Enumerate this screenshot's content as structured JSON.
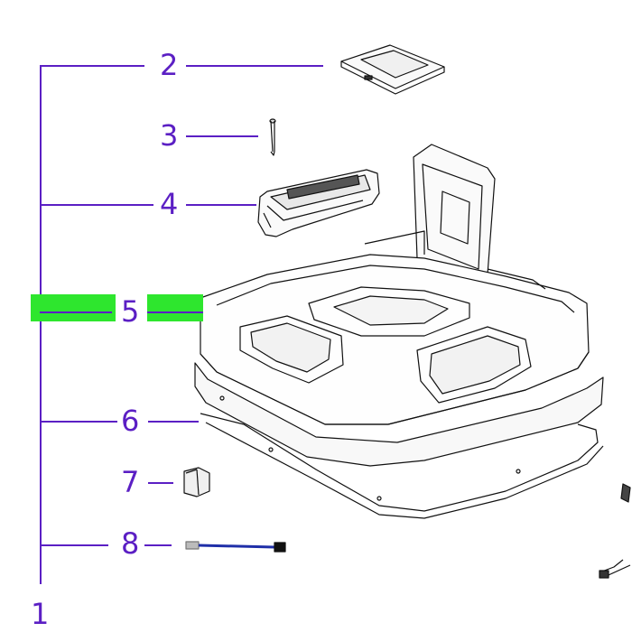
{
  "labels": {
    "main": "1",
    "p2": "2",
    "p3": "3",
    "p4": "4",
    "p5": "5",
    "p6": "6",
    "p7": "7",
    "p8": "8"
  },
  "colors": {
    "callout": "#5b1fc4",
    "highlight": "#2ee62e",
    "part_stroke": "#111111",
    "wire": "#1f2fa8"
  }
}
